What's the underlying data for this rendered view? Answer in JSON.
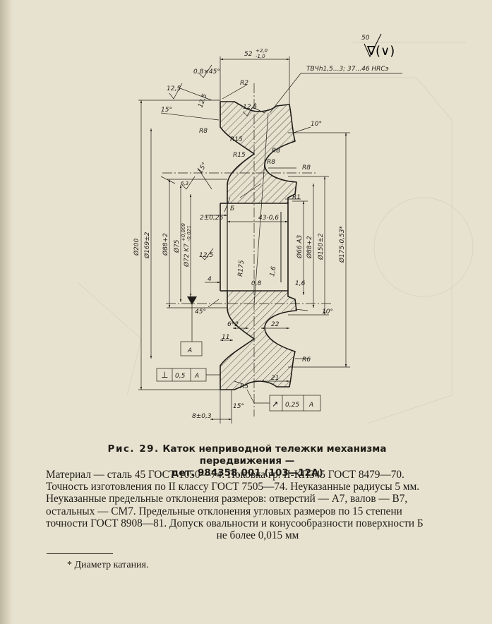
{
  "drawing": {
    "roughness": {
      "top": "50",
      "main": "∇(∨)"
    },
    "hardness_note": "ТВЧh1,5...3; 37...46 HRCэ",
    "datum_label": "А",
    "surface_label": "Б",
    "perpendicularity_frame": {
      "symbol": "⊥",
      "value": "0,5",
      "datum": "А"
    },
    "runout_frame": {
      "symbol": "↗",
      "value": "0,25",
      "datum": "А"
    },
    "dimensions": {
      "width_total": "52",
      "width_total_tol_upper": "+2,0",
      "width_total_tol_lower": "-1,0",
      "chamfer": "0,8×45°",
      "r2": "R2",
      "roughness_12_5_a": "12,5",
      "roughness_12_5_b": "12,5",
      "roughness_12_5_c": "12,5",
      "roughness_12_5_d": "12,5",
      "roughness_6_3": "6,3",
      "angle_15_top": "15°",
      "angle_15_side": "15°",
      "angle_15_bottom": "15°",
      "angle_10_top": "10°",
      "angle_10_bottom": "10°",
      "angle_45": "45°",
      "r8_left": "R8",
      "r8_groove": "R8",
      "r8_right": "R8",
      "r8_groove_lower": "R8",
      "r15_a": "R15",
      "r15_b": "R15",
      "r1": "R1",
      "r175": "R175",
      "r5": "R5",
      "r6": "R6",
      "d200": "Ø200",
      "d169": "Ø169±2",
      "d88_left": "Ø88+2",
      "d75": "Ø75",
      "d72": "Ø72 K7",
      "d72_tol_upper": "+0,009",
      "d72_tol_lower": "-0,021",
      "d66": "Ø66 A3",
      "d88_right": "Ø88+2",
      "d150": "Ø150±2",
      "d175": "Ø175-0,53*",
      "dim_2": "2±0,25",
      "dim_43": "43-0,6",
      "dim_1_6_a": "1,6",
      "dim_1_6_b": "1,6",
      "dim_0_8": "0,8",
      "dim_4": "4",
      "dim_6": "6*2",
      "dim_22": "22",
      "dim_11": "11",
      "dim_21": "21",
      "dim_8": "8±0,3"
    }
  },
  "caption": {
    "lead": "Рис. 29.",
    "title_line1": "Каток неприводной тележки механизма передвижения —",
    "title_line2": "дет. 984358.001 (103—12А)"
  },
  "notes": [
    "Материал — сталь 45 ГОСТ 1050—74. Поковка гр. II-КП345 ГОСТ 8479—70.",
    "Точность изготовления по II классу ГОСТ 7505—74. Неуказанные радиусы 5 мм.",
    "Неуказанные предельные отклонения размеров: отверстий — A7, валов — B7,",
    "остальных — CM7. Предельные отклонения угловых размеров по 15 степени",
    "точности ГОСТ 8908—81. Допуск овальности и конусообразности поверхности Б",
    "не более 0,015 мм"
  ],
  "footnote": "* Диаметр катания."
}
